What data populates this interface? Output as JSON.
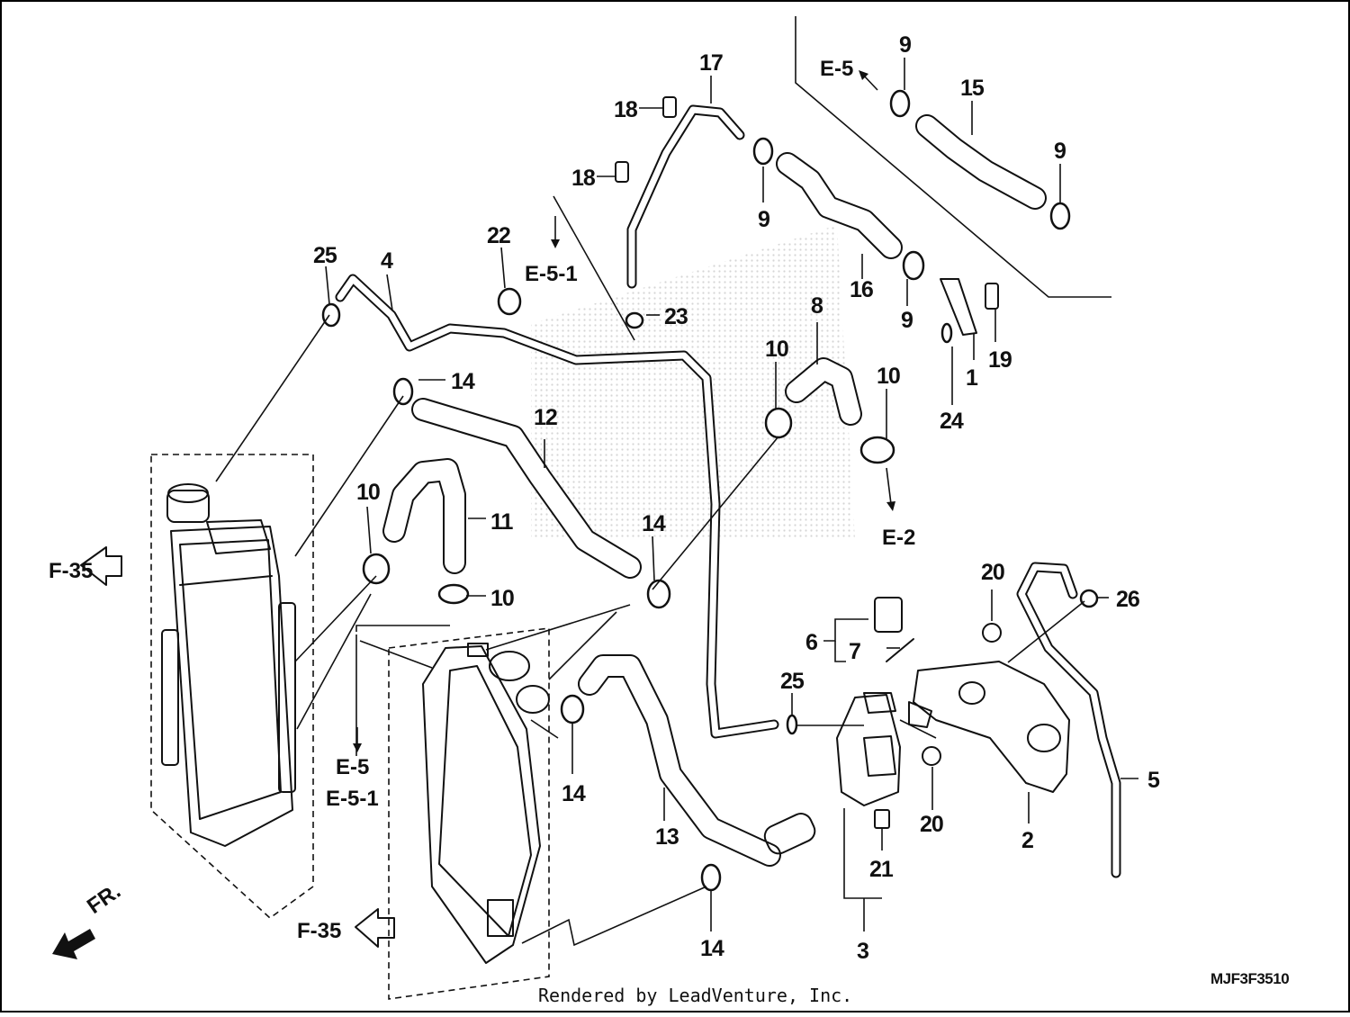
{
  "diagram": {
    "drawing_number": "MJF3F3510",
    "credit": "Rendered by LeadVenture, Inc.",
    "front_marker": "FR.",
    "references": {
      "e5_top": "E-5",
      "e51_top": "E-5-1",
      "e2": "E-2",
      "f35_upper": "F-35",
      "f35_lower": "F-35",
      "e5_left": "E-5",
      "e51_left": "E-5-1"
    },
    "callouts": {
      "c1": "1",
      "c2": "2",
      "c3": "3",
      "c4": "4",
      "c5": "5",
      "c6": "6",
      "c7": "7",
      "c8": "8",
      "c9a": "9",
      "c9b": "9",
      "c9c": "9",
      "c9d": "9",
      "c10a": "10",
      "c10b": "10",
      "c10c": "10",
      "c10d": "10",
      "c11": "11",
      "c12": "12",
      "c13": "13",
      "c14a": "14",
      "c14b": "14",
      "c14c": "14",
      "c14d": "14",
      "c15": "15",
      "c16": "16",
      "c17": "17",
      "c18a": "18",
      "c18b": "18",
      "c19": "19",
      "c20a": "20",
      "c20b": "20",
      "c21": "21",
      "c22": "22",
      "c23": "23",
      "c24": "24",
      "c25a": "25",
      "c25b": "25",
      "c26": "26"
    }
  }
}
